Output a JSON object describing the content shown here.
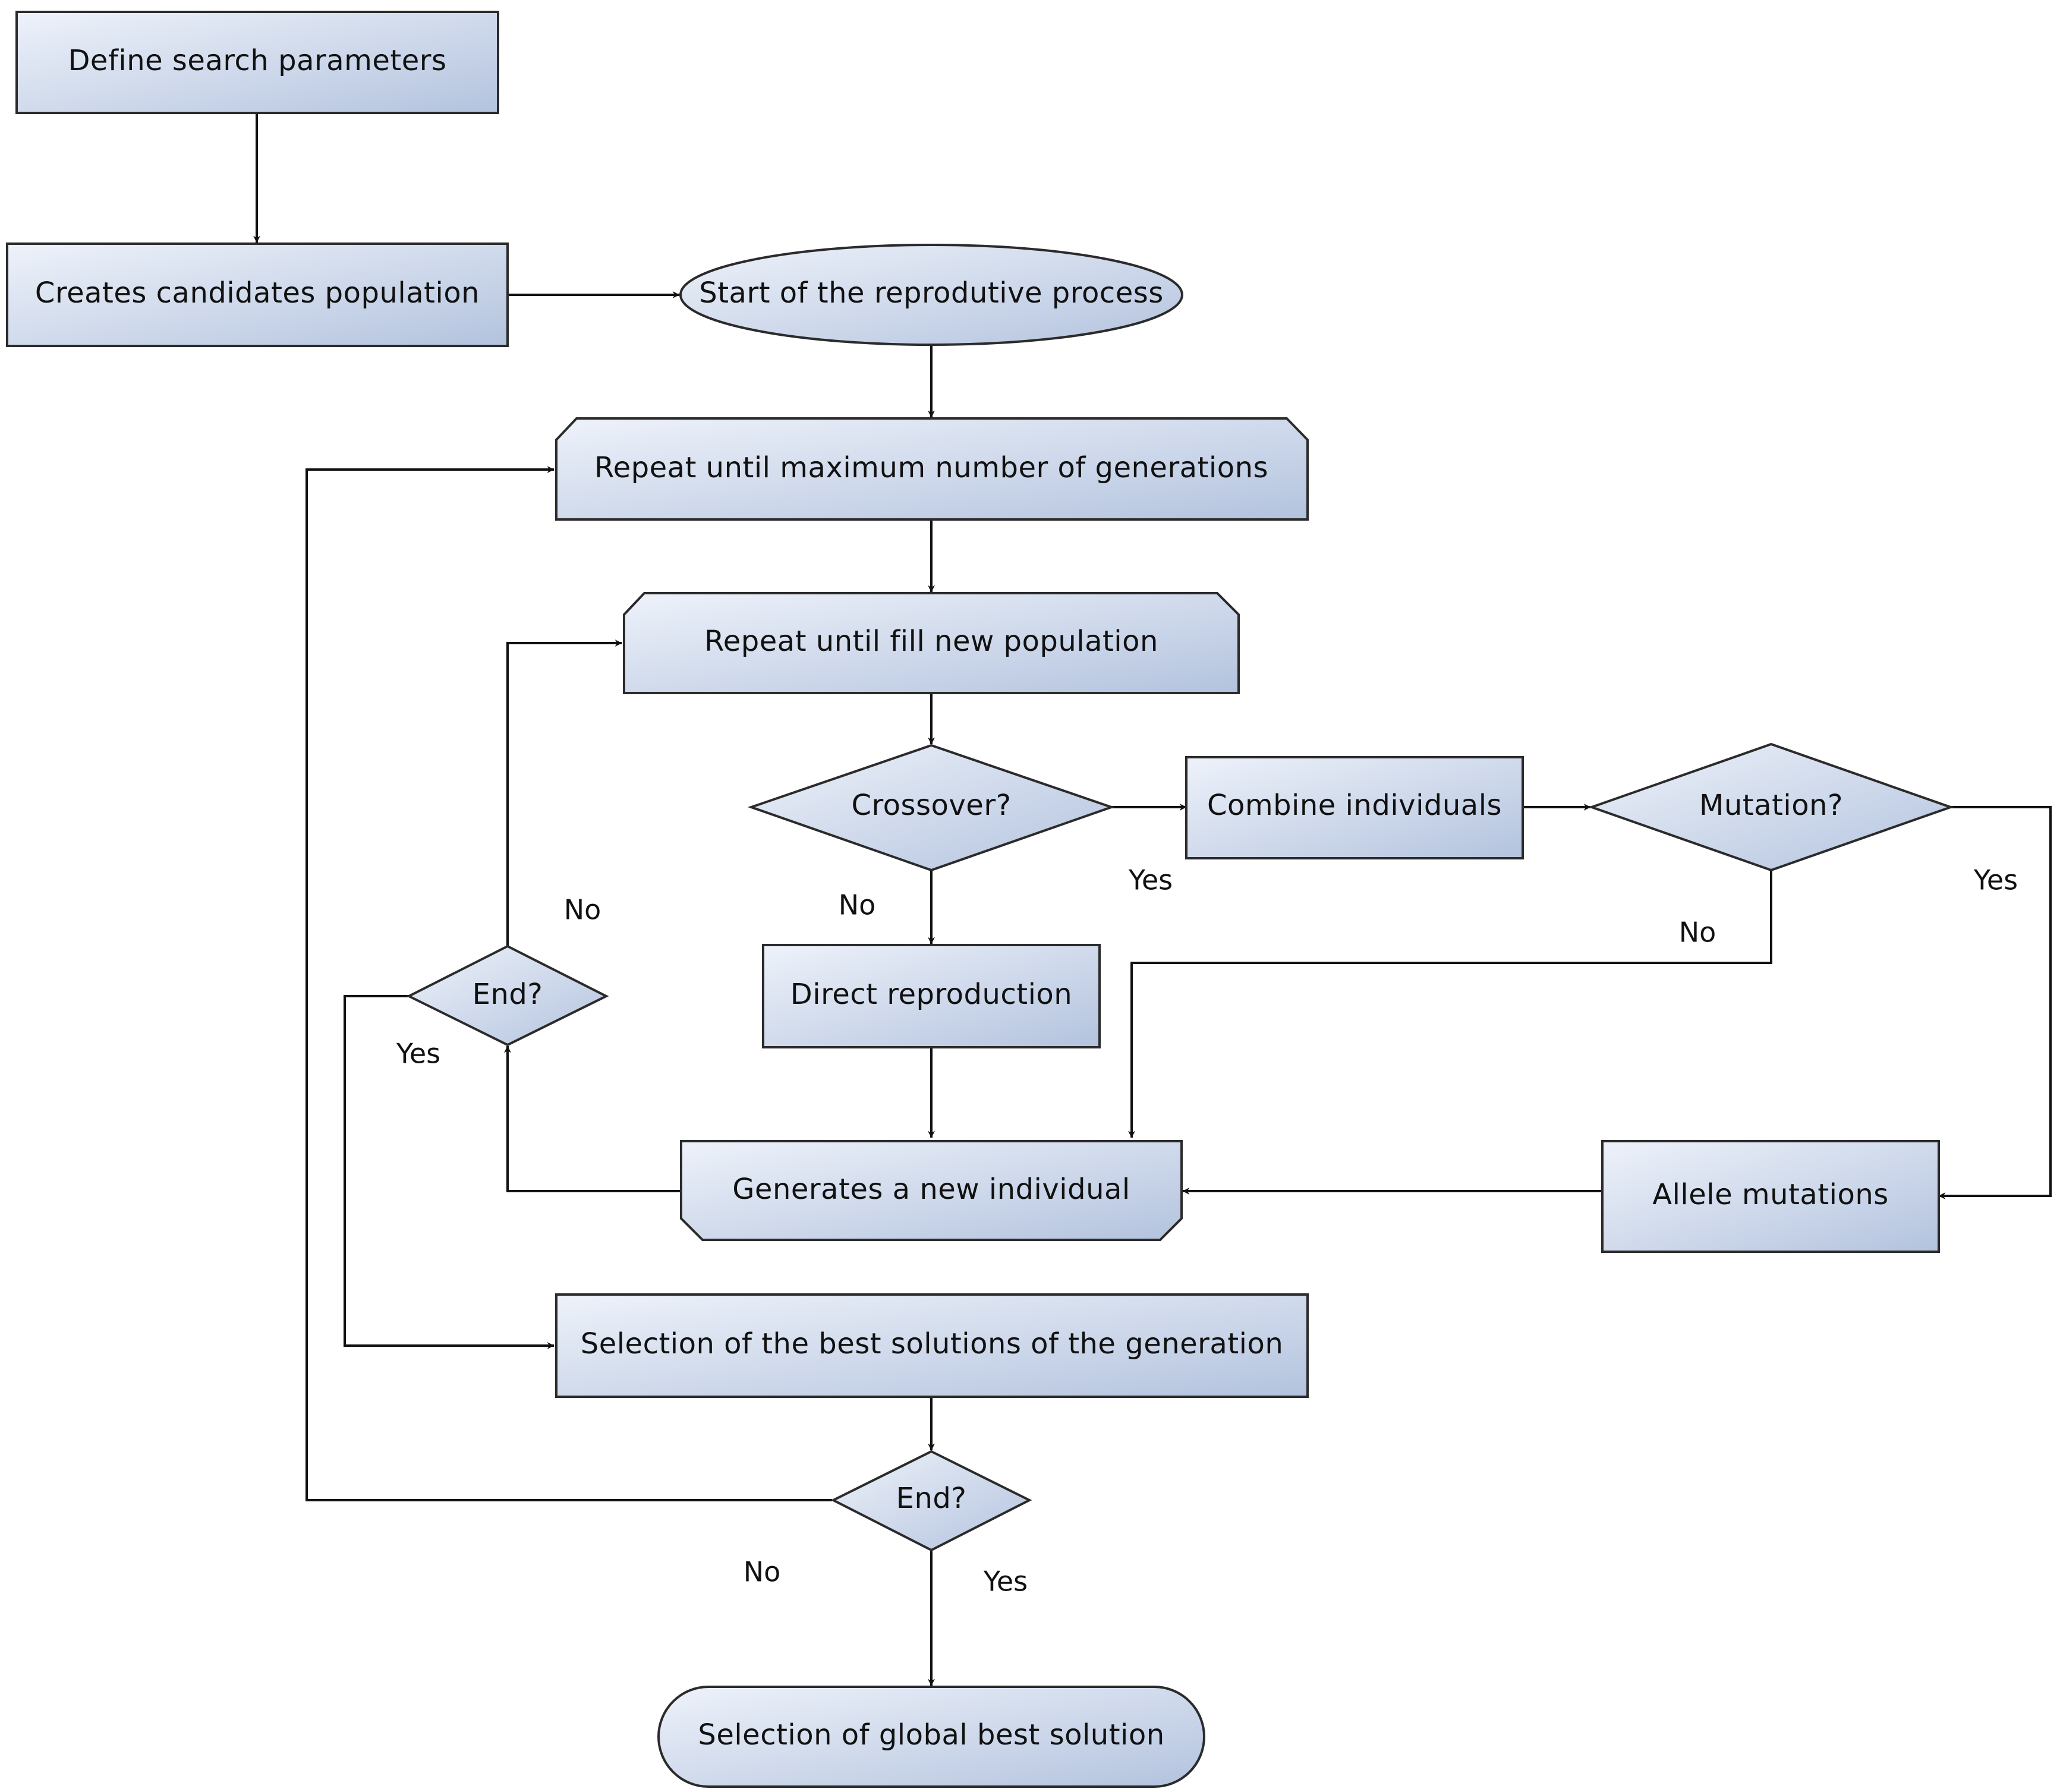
{
  "nodes": {
    "define_params": "Define search parameters",
    "create_population": "Creates candidates population",
    "start_reproductive": "Start of the reprodutive process",
    "repeat_generations": "Repeat until maximum number of generations",
    "repeat_fill": "Repeat until fill new population",
    "crossover": "Crossover?",
    "combine": "Combine individuals",
    "mutation": "Mutation?",
    "direct_reproduction": "Direct reproduction",
    "end_inner": "End?",
    "generates_new": "Generates a new individual",
    "allele_mutations": "Allele mutations",
    "selection_generation": "Selection of the best solutions of the generation",
    "end_outer": "End?",
    "global_best": "Selection of global best solution"
  },
  "edge_labels": {
    "crossover_yes": "Yes",
    "crossover_no": "No",
    "mutation_no": "No",
    "mutation_yes": "Yes",
    "end_inner_no": "No",
    "end_inner_yes": "Yes",
    "end_outer_no": "No",
    "end_outer_yes": "Yes"
  },
  "colors": {
    "fill_light": "#eef2fa",
    "fill_dark": "#b3c3de",
    "stroke": "#2b2b2b",
    "edge": "#111111"
  }
}
